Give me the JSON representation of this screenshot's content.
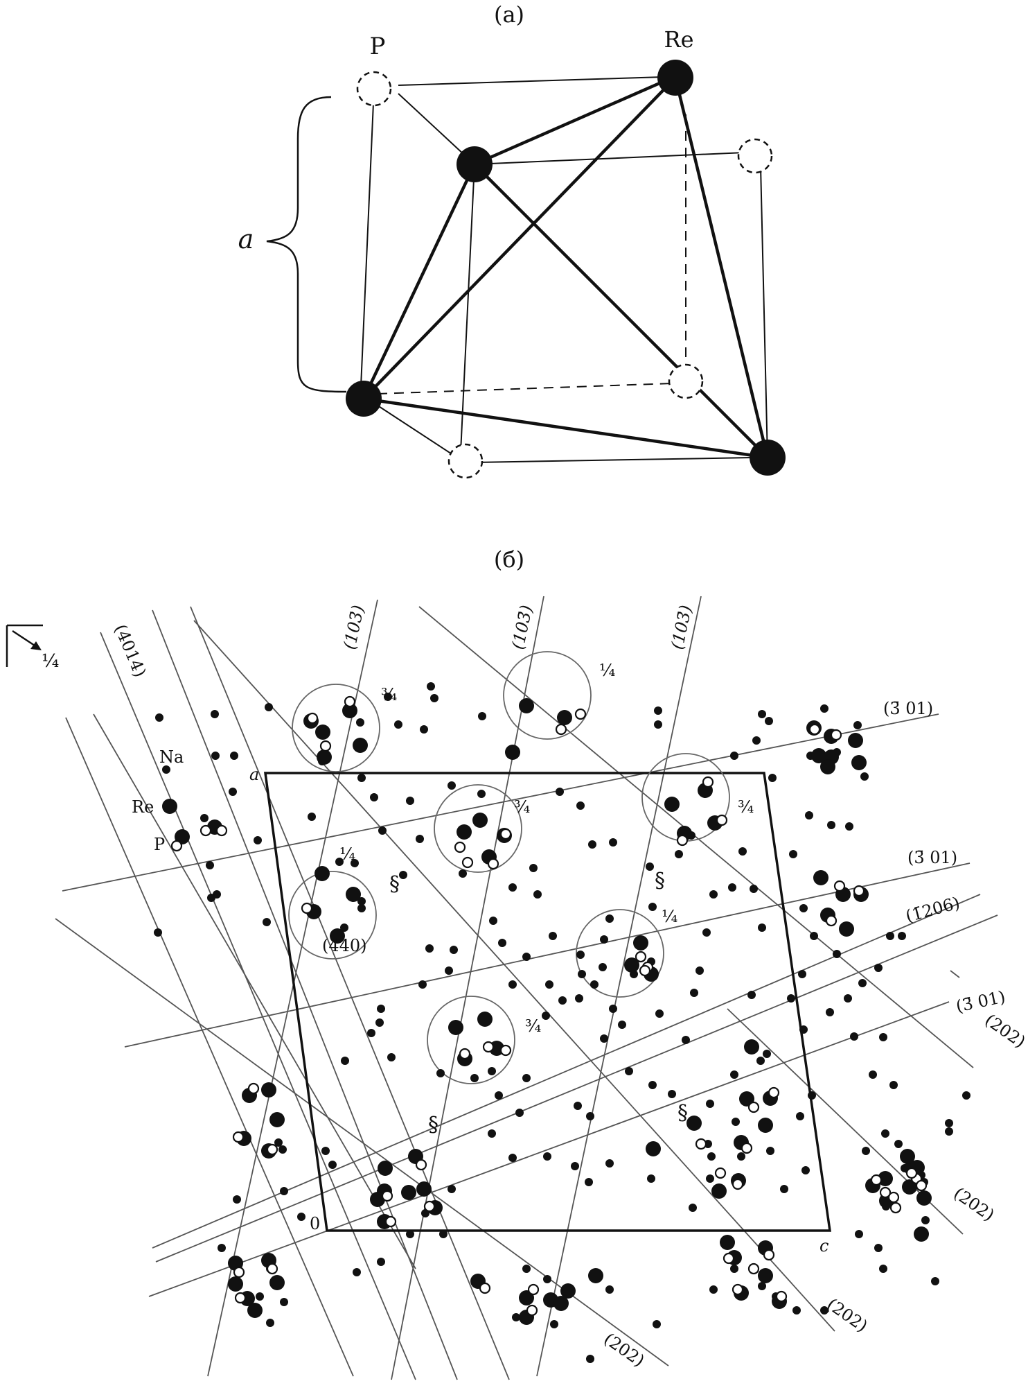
{
  "panel_a": {
    "caption": "(a)",
    "label_p": "P",
    "label_re": "Re",
    "label_a": "a"
  },
  "panel_b": {
    "caption": "(б)",
    "arrow_label": "¼",
    "atom_labels": {
      "na": "Na",
      "re": "Re",
      "p": "P"
    },
    "cell_labels": {
      "a": "a",
      "origin": "0",
      "c": "c"
    },
    "plane_labels": [
      "(103̄)",
      "(103̄)",
      "(103̄)",
      "(4014)",
      "(3̄ 01)",
      "(3̄ 01)",
      "(1̄206)",
      "(3̄ 01)",
      "(202)",
      "(202)",
      "(202)",
      "(202)",
      "(440)"
    ],
    "fraction_labels": [
      "¾",
      "¼",
      "¾",
      "¾",
      "¼",
      "¼",
      "¾"
    ],
    "section_marks": [
      "§",
      "§",
      "§",
      "§"
    ]
  },
  "colors": {
    "line": "#111111",
    "thin_line": "#555555",
    "atom": "#111111"
  }
}
